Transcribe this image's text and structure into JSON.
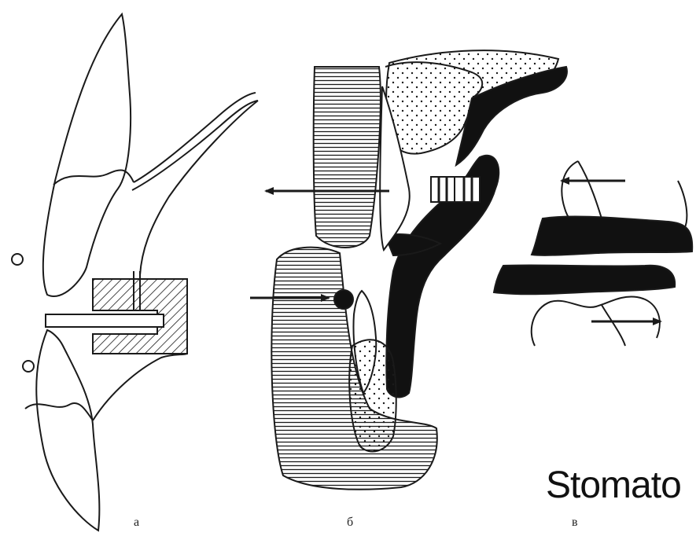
{
  "figure": {
    "panels": [
      {
        "id": "a",
        "label": "а"
      },
      {
        "id": "b",
        "label": "б"
      },
      {
        "id": "c",
        "label": "в"
      }
    ],
    "watermark": "Stomato"
  },
  "colors": {
    "line": "#1a1a1a",
    "fill_black": "#111111",
    "background": "#ffffff"
  },
  "icons": {
    "arrow_left": "arrow-left-icon",
    "arrow_right": "arrow-right-icon"
  }
}
